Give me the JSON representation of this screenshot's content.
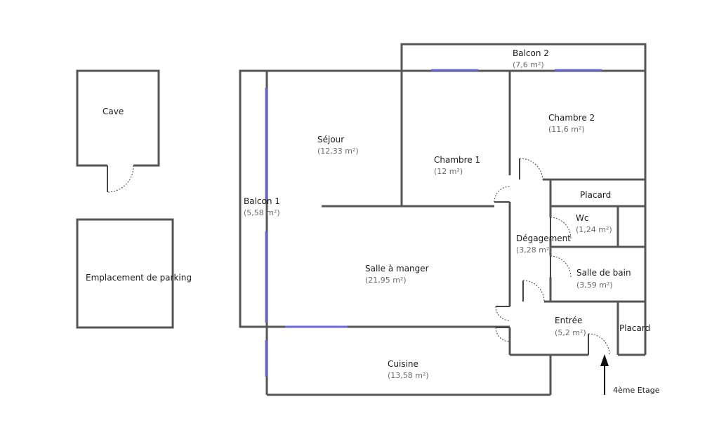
{
  "rooms": {
    "cave": {
      "name": "Cave"
    },
    "parking": {
      "name": "Emplacement de parking"
    },
    "balcon1": {
      "name": "Balcon 1",
      "area": "(5,58 m²)"
    },
    "balcon2": {
      "name": "Balcon 2",
      "area": "(7,6 m²)"
    },
    "sejour": {
      "name": "Séjour",
      "area": "(12,33 m²)"
    },
    "chambre1": {
      "name": "Chambre 1",
      "area": "(12 m²)"
    },
    "chambre2": {
      "name": "Chambre 2",
      "area": "(11,6 m²)"
    },
    "placard_top": {
      "name": "Placard"
    },
    "wc": {
      "name": "Wc",
      "area": "(1,24 m²)"
    },
    "degagement": {
      "name": "Dégagement",
      "area": "(3,28 m²)"
    },
    "salle_de_bain": {
      "name": "Salle de bain",
      "area": "(3,59 m²)"
    },
    "salle_a_manger": {
      "name": "Salle à manger",
      "area": "(21,95 m²)"
    },
    "entree": {
      "name": "Entrée",
      "area": "(5,2 m²)"
    },
    "placard_bottom": {
      "name": "Placard"
    },
    "cuisine": {
      "name": "Cuisine",
      "area": "(13,58 m²)"
    }
  },
  "level_label": "4ème Etage",
  "colors": {
    "wall": "#555555",
    "window": "#6a66d6"
  }
}
